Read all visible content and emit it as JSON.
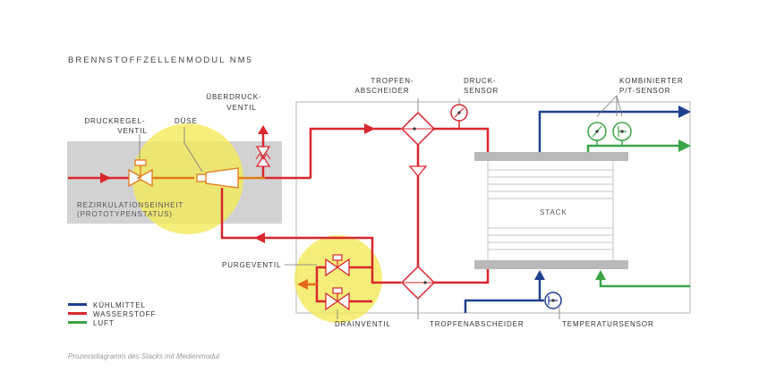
{
  "title": "BRENNSTOFFZELLENMODUL NM5",
  "labels": {
    "druckregelventil": [
      "DRUCKREGEL-",
      "VENTIL"
    ],
    "duese": "DÜSE",
    "ueberdruckventil": [
      "ÜBERDRUCK-",
      "VENTIL"
    ],
    "tropfenabscheider_top": [
      "TROPFEN-",
      "ABSCHEIDER"
    ],
    "drucksensor": [
      "DRUCK-",
      "SENSOR"
    ],
    "pt_sensor": [
      "KOMBINIERTER",
      "P/T-SENSOR"
    ],
    "rezirkulation": [
      "REZIRKULATIONSEINHEIT",
      "(PROTOTYPENSTATUS)"
    ],
    "stack": "STACK",
    "purgeventil": "PURGEVENTIL",
    "drainventil": "DRAINVENTIL",
    "tropfenabscheider_bottom": "TROPFENABSCHEIDER",
    "temperatursensor": "TEMPERATURSENSOR"
  },
  "legend": [
    {
      "label": "KÜHLMITTEL",
      "color": "#1f3f8f"
    },
    {
      "label": "WASSERSTOFF",
      "color": "#d9262e"
    },
    {
      "label": "LUFT",
      "color": "#3aa545"
    }
  ],
  "caption": "Prozessdiagramm des Stacks mit Medienmodul",
  "colors": {
    "coolant": "#1f3f8f",
    "hydrogen": "#d9262e",
    "air": "#3aa545",
    "orange": "#e8681a",
    "highlight": "#f2ea5a",
    "grey_box": "#d6d6d6",
    "stack_plate": "#b9b9b9"
  }
}
